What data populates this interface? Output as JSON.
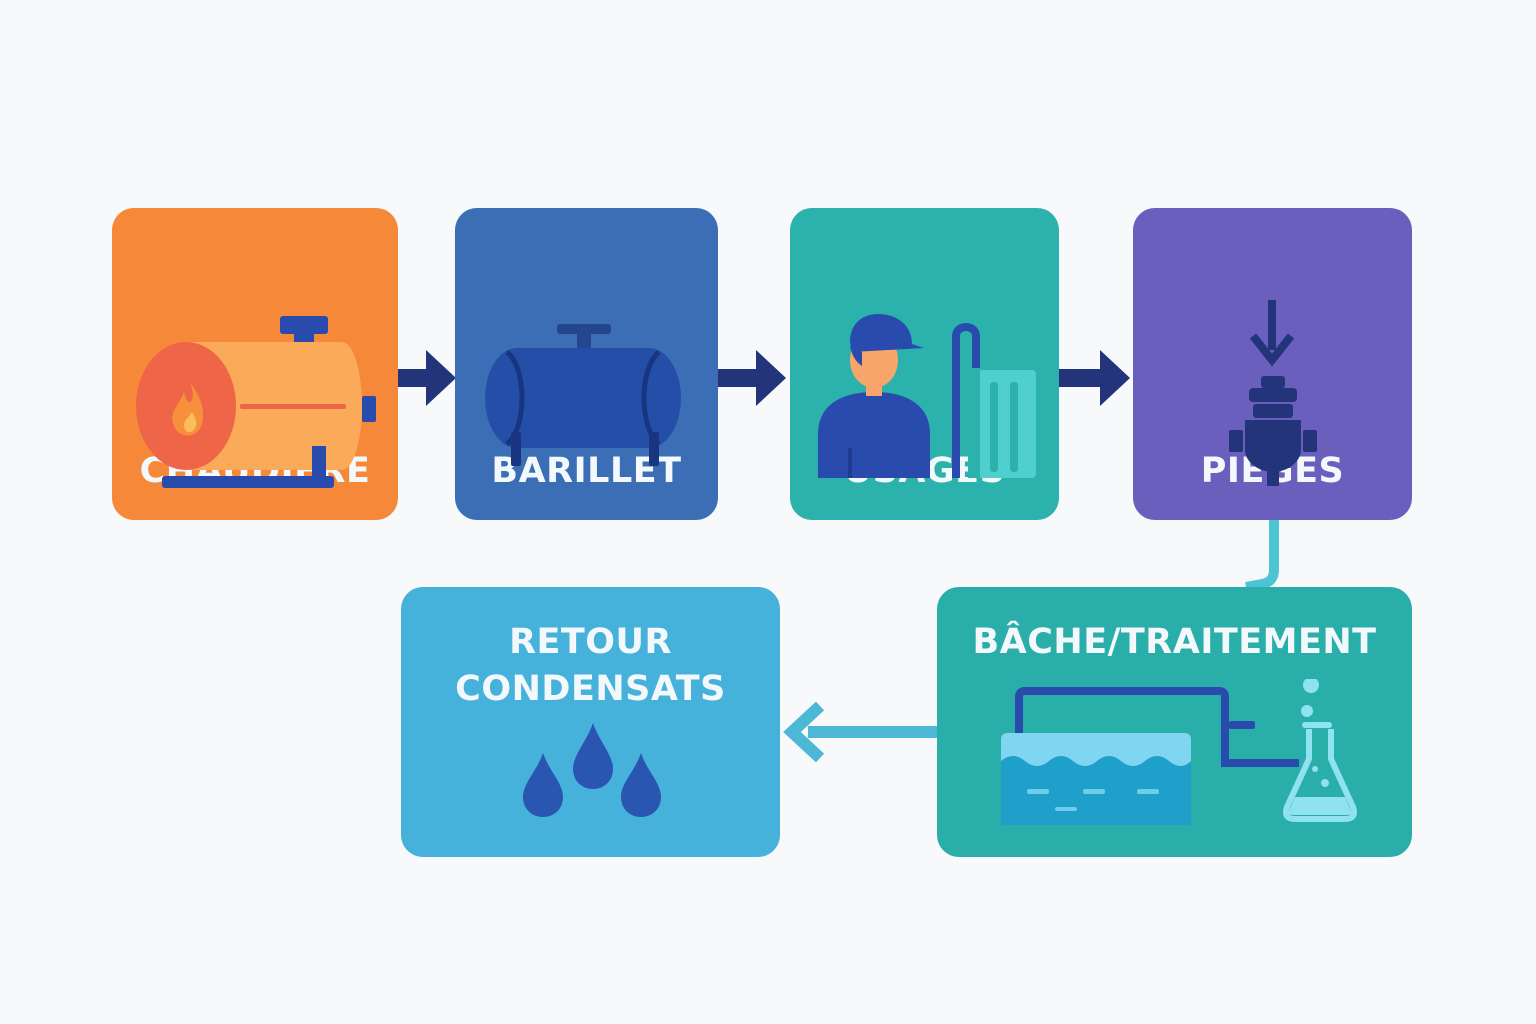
{
  "steps": {
    "chaudiere": {
      "label": "CHAUDIÈRE",
      "icon": "boiler-icon",
      "color": "#f6883a"
    },
    "barillet": {
      "label": "BARILLET",
      "icon": "steam-header-tank-icon",
      "color": "#3b6eb4"
    },
    "usages": {
      "label": "USAGES",
      "icon": "worker-and-equipment-icon",
      "color": "#2bb2ad"
    },
    "pieges": {
      "label": "PIÈGES",
      "icon": "steam-trap-icon",
      "color": "#6a5fbd"
    },
    "bache": {
      "label": "BÂCHE/TRAITEMENT",
      "icon": "tank-and-flask-icon",
      "color": "#2aaeaa"
    },
    "retour": {
      "label_line1": "RETOUR",
      "label_line2": "CONDENSATS",
      "icon": "water-drops-icon",
      "color": "#46b1da"
    }
  },
  "connectors": {
    "arrow_color": "#23347a",
    "pipe_color": "#4cc4d4",
    "return_arrow_color": "#4cb8d6"
  }
}
